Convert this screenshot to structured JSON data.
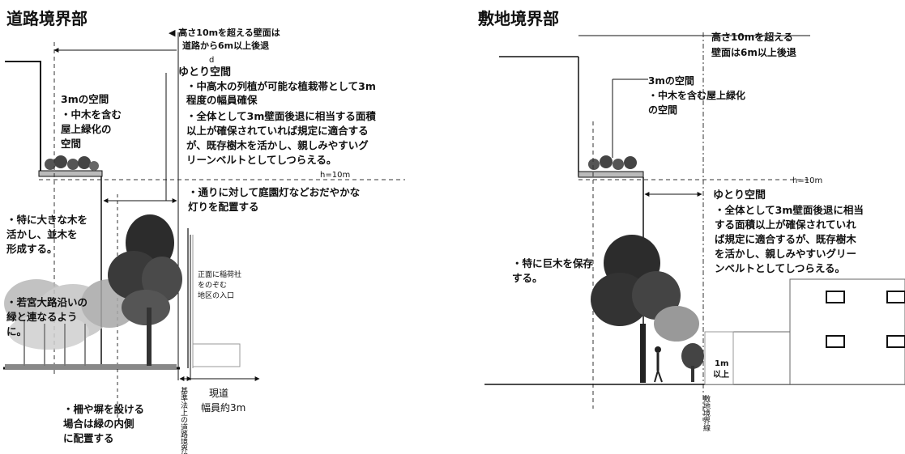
{
  "left": {
    "title": "道路境界部",
    "height_note": [
      "◀ 高さ10mを超える壁面は",
      "道路から6m以上後退"
    ],
    "d_label": "d",
    "yutori_title": "ゆとり空間",
    "yutori_lines": [
      "・中高木の列植が可能な植栽帯として3m",
      "  程度の幅員確保",
      "・全体として3m壁面後退に相当する面積",
      "  以上が確保されていれば規定に適合する",
      "  が、既存樹木を活かし、親しみやすいグ",
      "  リーンベルトとしてしつらえる。"
    ],
    "space3m": [
      "3mの空間",
      "・中木を含む",
      "  屋上緑化の",
      "  空間"
    ],
    "h_label": "h=10m",
    "lighting": [
      "・通りに対して庭園灯などおだやかな",
      "  灯りを配置する"
    ],
    "bigtree": [
      "・特に大きな木を",
      "  活かし、並木を",
      "  形成する。"
    ],
    "wakamiya": [
      "・若宮大路沿いの",
      "  緑と連なるよう",
      "  に。"
    ],
    "shrine": [
      "正面に稲荷社",
      "をのぞむ",
      "地区の入口"
    ],
    "fence": [
      "・柵や塀を設ける",
      "  場合は緑の内側",
      "  に配置する"
    ],
    "boundary_label": "基準法上の道路境界線",
    "road": [
      "現道",
      "幅員約3m"
    ]
  },
  "right": {
    "title": "敷地境界部",
    "height_note": [
      "高さ10mを超える",
      "壁面は6m以上後退"
    ],
    "space3m": [
      "3mの空間",
      "・中木を含む屋上緑化",
      "  の空間"
    ],
    "h_label": "h=10m",
    "yutori_title": "ゆとり空間",
    "yutori_lines": [
      "・全体として3m壁面後退に相当",
      "  する面積以上が確保されていれ",
      "  ば規定に適合するが、既存樹木",
      "  を活かし、親しみやすいグリー",
      "  ンベルトとしてしつらえる。"
    ],
    "bigtree": [
      "・特に巨木を保存",
      "  する。"
    ],
    "one_m": [
      "1m",
      "以上"
    ],
    "boundary_label": "敷地境界線"
  }
}
